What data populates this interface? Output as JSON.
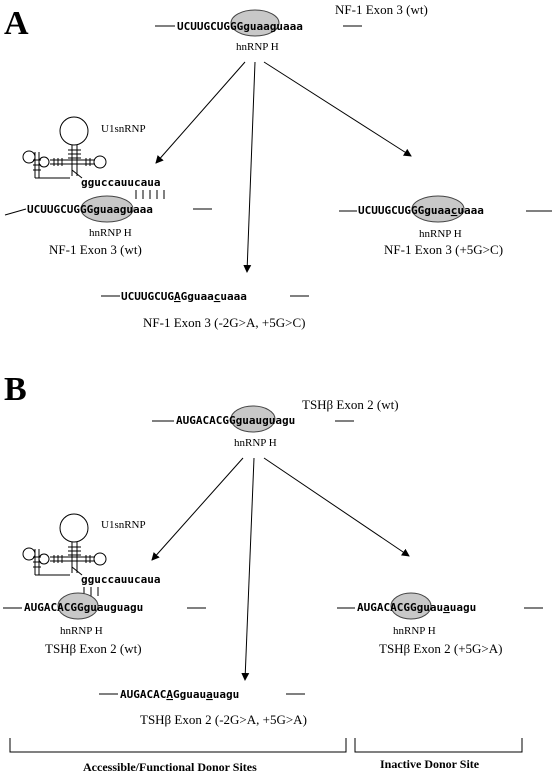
{
  "panel_a": {
    "letter": "A",
    "top": {
      "label": "NF-1 Exon 3 (wt)",
      "seq_pre": "UCUUGC",
      "seq_mid": "UGGG",
      "seq_post": "guaaguaaa",
      "protein": "hnRNP H"
    },
    "left": {
      "u1": "U1snRNP",
      "u1_seq": "gguccauucaua",
      "seq_pre": "UCUUGC",
      "seq_mid": "UGGG",
      "seq_post": "guaaguaaa",
      "protein": "hnRNP H",
      "label": "NF-1 Exon 3 (wt)"
    },
    "right": {
      "seq_pre": "UCUUGC",
      "seq_mid": "UGGG",
      "seq_post_a": "guaa",
      "seq_mut": "c",
      "seq_post_b": "uaaa",
      "protein": "hnRNP H",
      "label": "NF-1 Exon 3 (+5G>C)"
    },
    "bottom": {
      "seq_a": "UCUUGCUG",
      "seq_mut1": "A",
      "seq_b": "Gguaa",
      "seq_mut2": "c",
      "seq_c": "uaaa",
      "label": "NF-1 Exon 3 (-2G>A, +5G>C)"
    }
  },
  "panel_b": {
    "letter": "B",
    "top": {
      "label": "TSHβ Exon 2 (wt)",
      "seq_pre": "AUGACAC",
      "seq_mid": "GG",
      "seq_post": "guauguagu",
      "protein": "hnRNP H"
    },
    "left": {
      "u1": "U1snRNP",
      "u1_seq": "gguccauucaua",
      "seq_pre": "AUGACAC",
      "seq_mid": "GG",
      "seq_post": "guauguagu",
      "protein": "hnRNP H",
      "label": "TSHβ Exon 2 (wt)"
    },
    "right": {
      "seq_pre": "AUGACAC",
      "seq_mid": "GG",
      "seq_post_a": "guau",
      "seq_mut": "a",
      "seq_post_b": "uagu",
      "protein": "hnRNP H",
      "label": "TSHβ Exon 2 (+5G>A)"
    },
    "bottom": {
      "seq_a": "AUGACAC",
      "seq_mut1": "A",
      "seq_b": "Gguau",
      "seq_mut2": "a",
      "seq_c": "uagu",
      "label": "TSHβ Exon 2 (-2G>A, +5G>A)"
    }
  },
  "brackets": {
    "left_label": "Accessible/Functional Donor Sites",
    "right_label": "Inactive Donor Site"
  },
  "colors": {
    "ellipse_fill": "#c8c8c8",
    "ellipse_stroke": "#444444",
    "ink": "#000000"
  }
}
